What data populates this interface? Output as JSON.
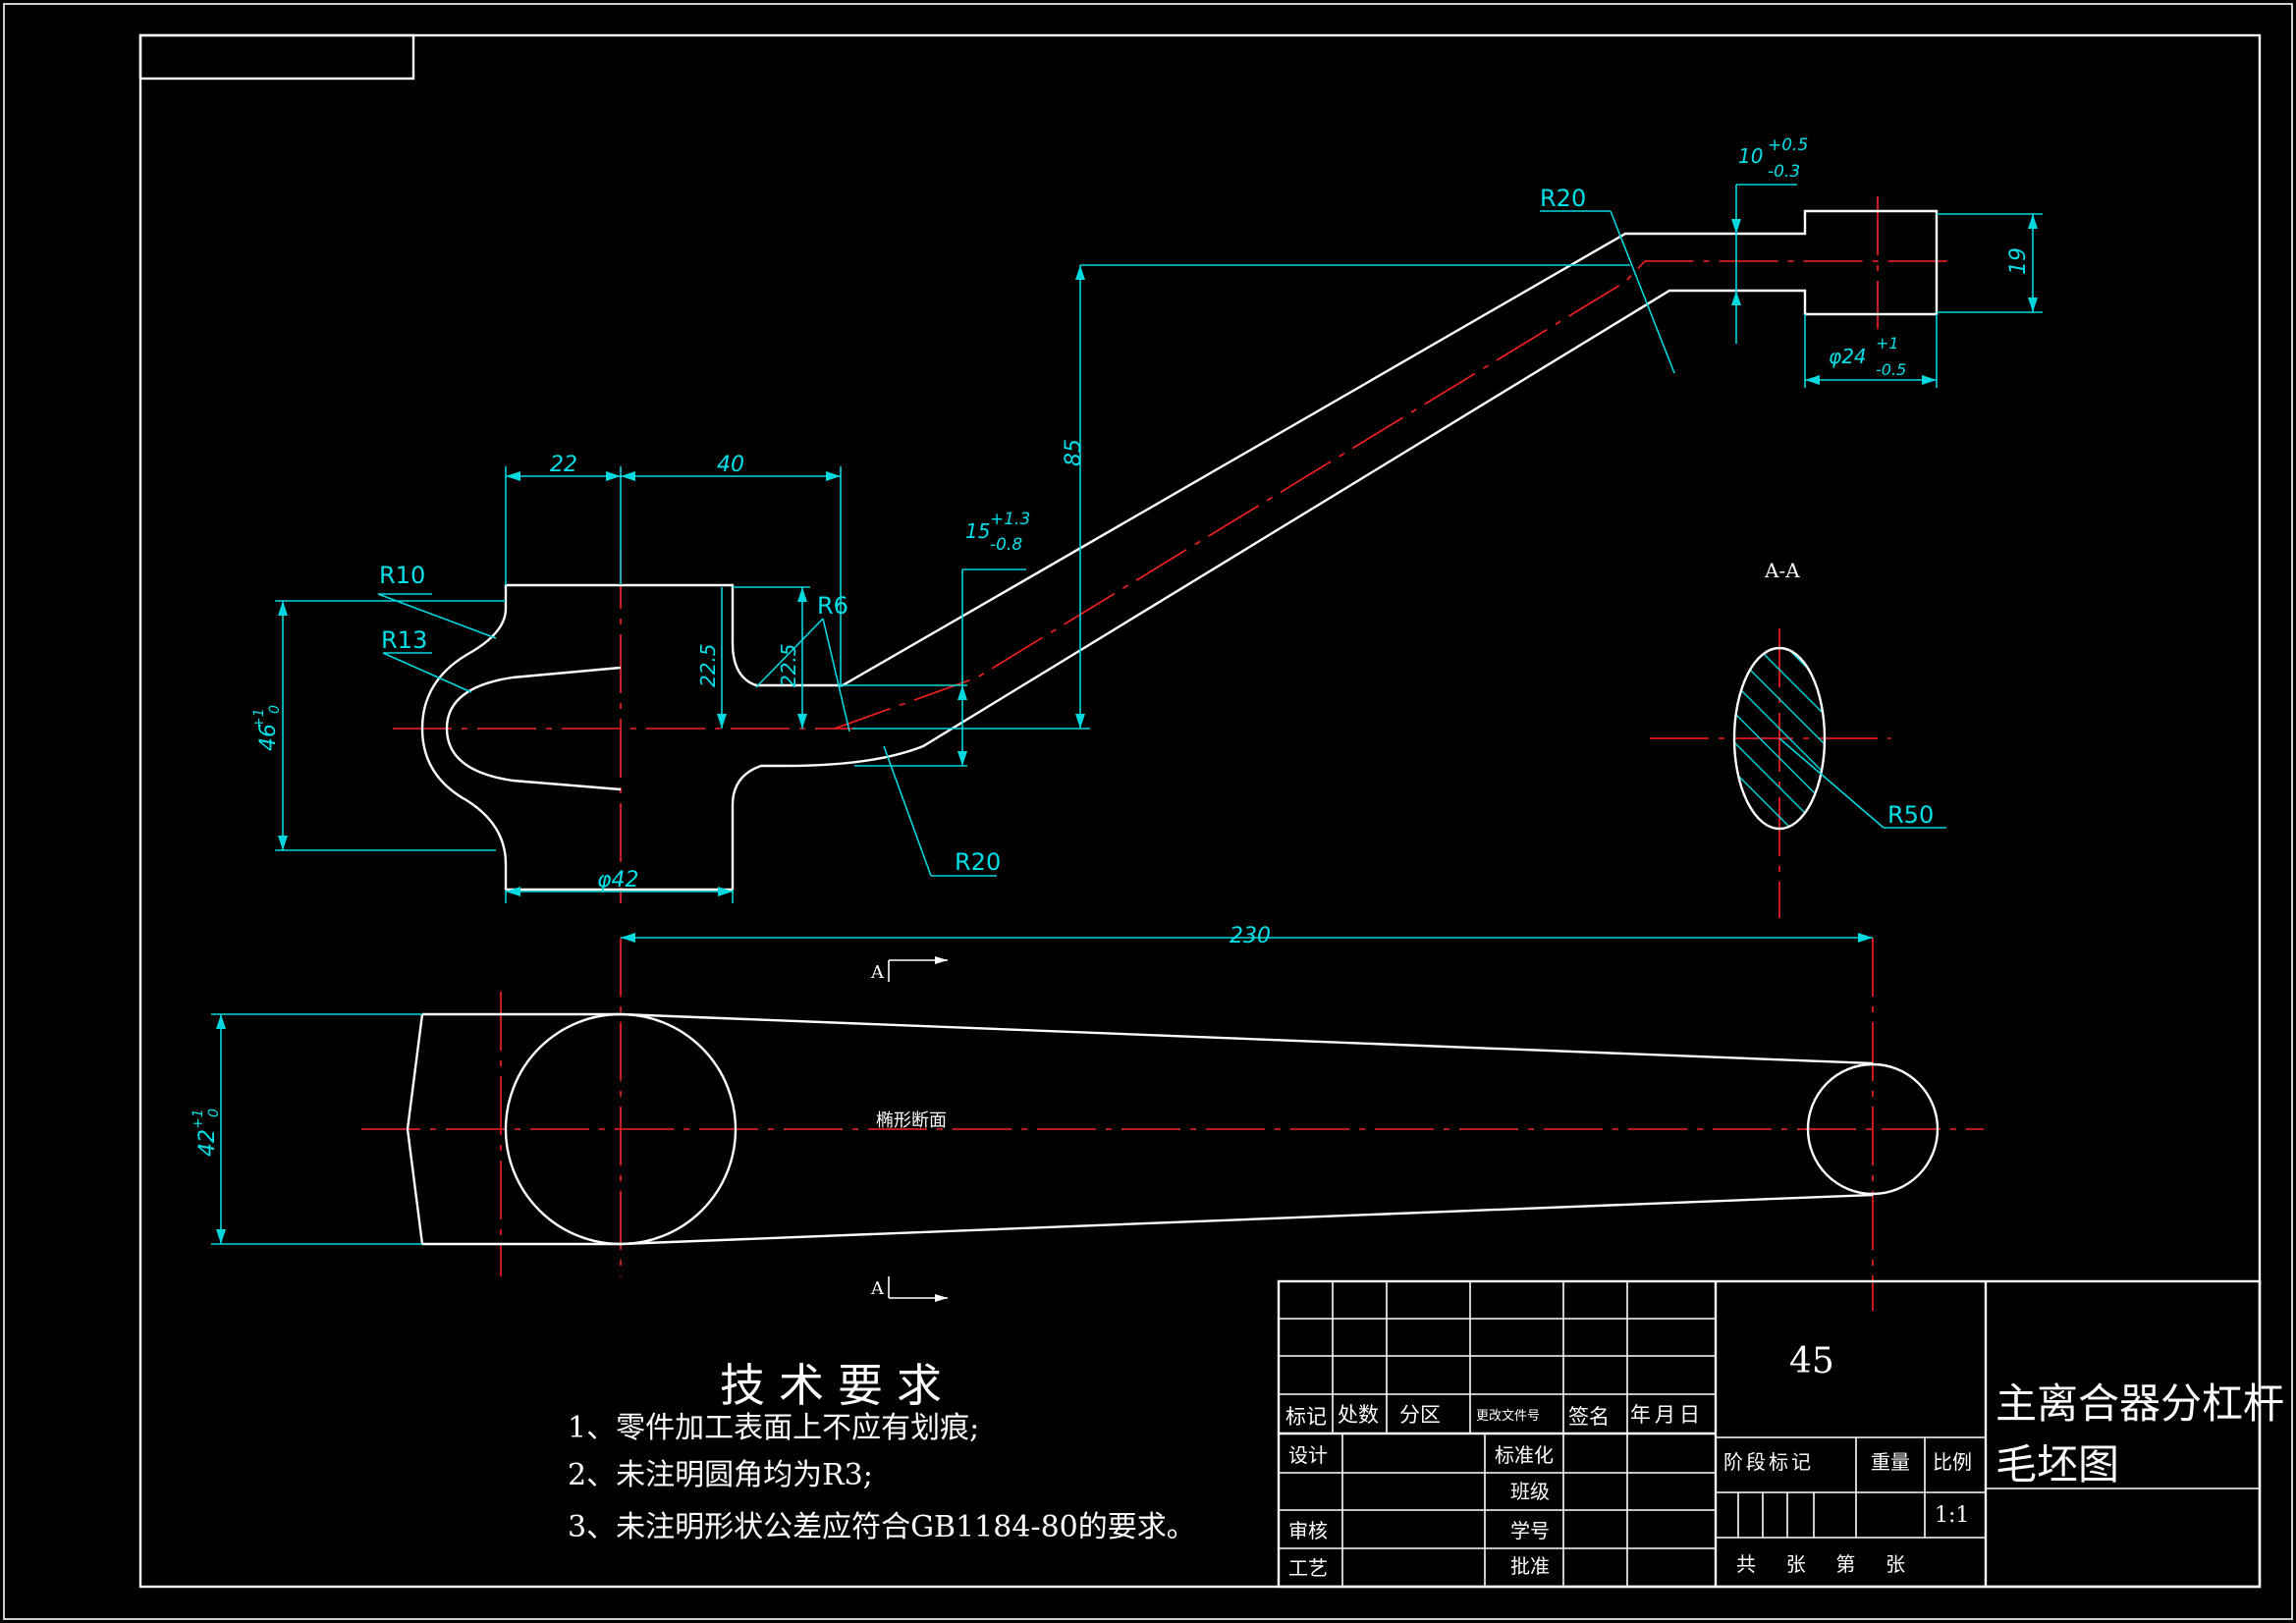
{
  "dimensions": {
    "d22": "22",
    "d40": "40",
    "d85": "85",
    "d230": "230",
    "d19": "19",
    "d225a": "22.5",
    "d225b": "22.5",
    "d46": "46",
    "d46_tol": "+1",
    "d46_tol2": "0",
    "d42_dia": "φ42",
    "d42": "42",
    "d42_tol": "+1",
    "d42_tol2": "0",
    "d10": "10",
    "d10_up": "+0.5",
    "d10_dn": "-0.3",
    "d15": "15",
    "d15_up": "+1.3",
    "d15_dn": "-0.8",
    "d24": "φ24",
    "d24_up": "+1",
    "d24_dn": "-0.5"
  },
  "radii": {
    "r10": "R10",
    "r13": "R13",
    "r6": "R6",
    "r20a": "R20",
    "r20b": "R20",
    "r50": "R50"
  },
  "section": {
    "title": "A-A",
    "marker_top": "A",
    "marker_bottom": "A",
    "center_label": "椭形断面"
  },
  "requirements": {
    "title": "技术要求",
    "items": [
      "1、零件加工表面上不应有划痕;",
      "2、未注明圆角均为R3;",
      "3、未注明形状公差应符合GB1184-80的要求。"
    ]
  },
  "title_block": {
    "material": "45",
    "part_name_line1": "主离合器分杠杆",
    "part_name_line2": "毛坯图",
    "col_mark": "标记",
    "col_count": "处数",
    "col_zone": "分区",
    "col_docno": "更改文件号",
    "col_sign": "签名",
    "col_date": "年月日",
    "row_design": "设计",
    "row_check": "审核",
    "row_process": "工艺",
    "std": "标准化",
    "cls": "班级",
    "stu": "学号",
    "approve": "批准",
    "stage": "阶段标记",
    "weight": "重量",
    "scale_label": "比例",
    "scale": "1:1",
    "sheets": "共  张  第  张"
  },
  "colors": {
    "background": "#000000",
    "outline": "#ffffff",
    "dimension": "#00e0e8",
    "centerline": "#ff2020"
  }
}
